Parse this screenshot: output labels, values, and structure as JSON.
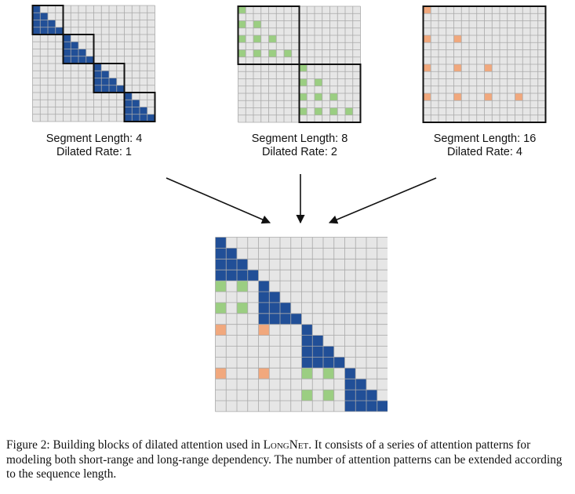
{
  "colors": {
    "cell_empty": "#e6e6e6",
    "grid_line": "#a9a9a9",
    "dilation_1": "#214f97",
    "dilation_2": "#9bce82",
    "dilation_4": "#f1a87d",
    "segment_border": "#111111",
    "arrow": "#111111"
  },
  "patterns": [
    {
      "id": "pattern-1",
      "segment_length": 4,
      "dilated_rate": 1,
      "color_key": "dilation_1",
      "label_line1": "Segment Length: 4",
      "label_line2": "Dilated Rate: 1"
    },
    {
      "id": "pattern-2",
      "segment_length": 8,
      "dilated_rate": 2,
      "color_key": "dilation_2",
      "label_line1": "Segment Length: 8",
      "label_line2": "Dilated Rate: 2"
    },
    {
      "id": "pattern-3",
      "segment_length": 16,
      "dilated_rate": 4,
      "color_key": "dilation_4",
      "label_line1": "Segment Length: 16",
      "label_line2": "Dilated Rate: 4"
    }
  ],
  "sequence_length": 16,
  "caption": {
    "part1": "Figure 2: Building blocks of dilated attention used in ",
    "model_name": "LongNet",
    "part2": ". It consists of a series of attention patterns for modeling both short-range and long-range dependency. The number of attention patterns can be extended according to the sequence length."
  }
}
